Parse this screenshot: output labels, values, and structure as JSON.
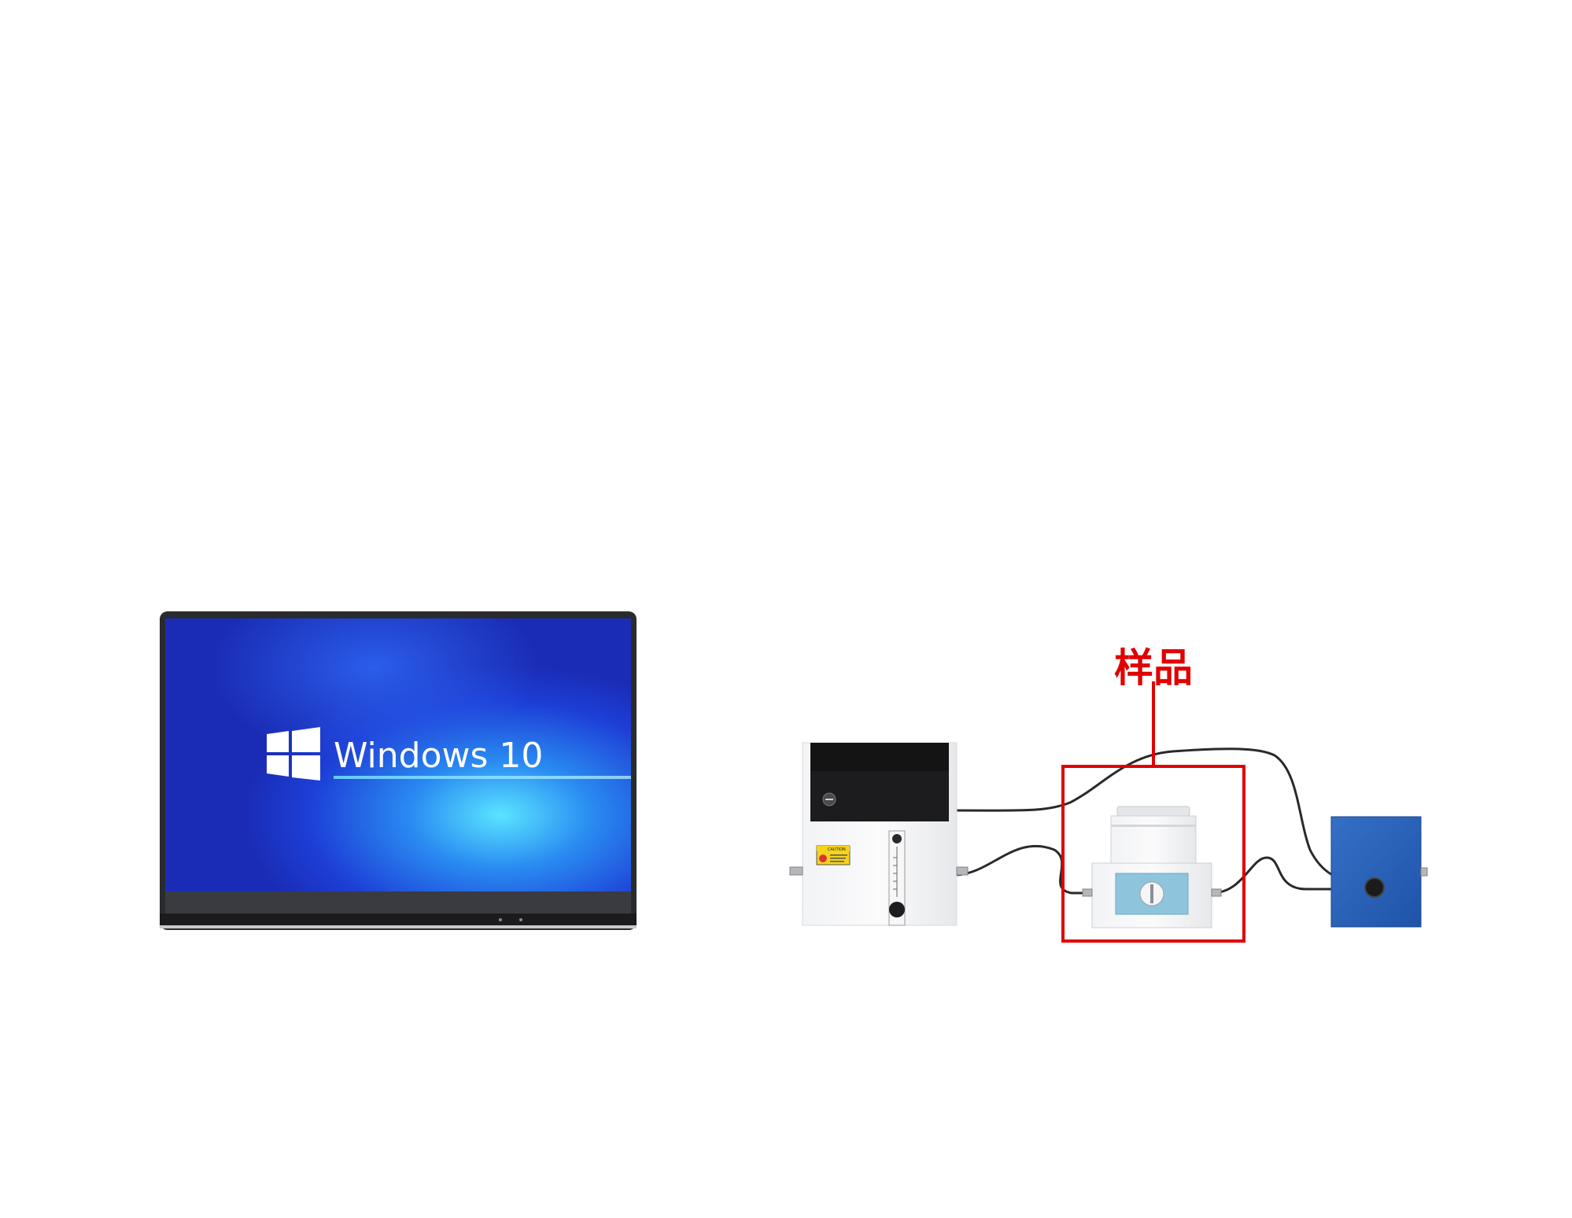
{
  "laptop": {
    "screen_text": "Windows 10"
  },
  "annotation": {
    "label": "样品",
    "color": "#e00000"
  },
  "devices": {
    "caution_label": "CAUTION",
    "blue_box_color": "#2a62b8"
  }
}
